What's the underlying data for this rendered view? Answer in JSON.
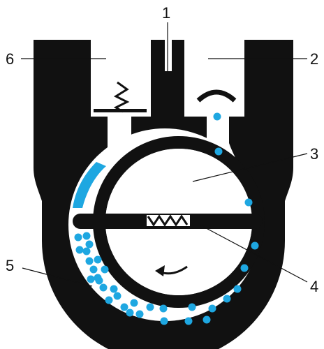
{
  "colors": {
    "body": "#111111",
    "cavity": "#ffffff",
    "fluid": "#1ea7e1",
    "background": "#ffffff"
  },
  "callouts": [
    {
      "id": "1",
      "label": "1"
    },
    {
      "id": "2",
      "label": "2"
    },
    {
      "id": "3",
      "label": "3"
    },
    {
      "id": "4",
      "label": "4"
    },
    {
      "id": "5",
      "label": "5"
    },
    {
      "id": "6",
      "label": "6"
    }
  ],
  "icons": {
    "rotation": "curved-arrow-icon",
    "spring": "spring-icon",
    "vane_spring": "zigzag-spring-icon"
  }
}
